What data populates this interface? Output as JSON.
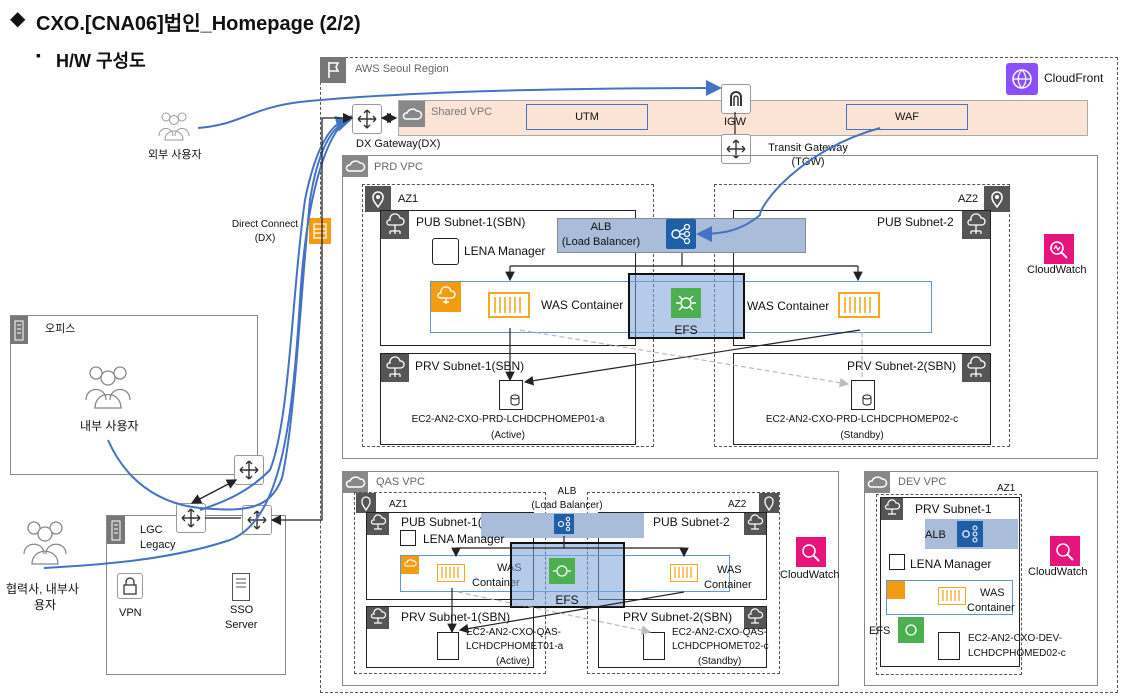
{
  "header": {
    "title_diamond": "◆",
    "title": "CXO.[CNA06]법인_Homepage (2/2)",
    "bullet": "▪",
    "subtitle": "H/W 구성도"
  },
  "left": {
    "external_user": "외부 사용자",
    "direct_connect": "Direct Connect",
    "direct_connect_sub": "(DX)",
    "office": "오피스",
    "internal_user": "내부 사용자",
    "partner_user_line1": "협력사, 내부사",
    "partner_user_line2": "용자",
    "lgc_line1": "LGC",
    "lgc_line2": "Legacy",
    "vpn": "VPN",
    "sso_line1": "SSO",
    "sso_line2": "Server"
  },
  "aws": {
    "region": "AWS Seoul Region",
    "cloudfront": "CloudFront",
    "shared_vpc": "Shared VPC",
    "utm": "UTM",
    "waf": "WAF",
    "igw": "IGW",
    "dx_gateway": "DX Gateway(DX)",
    "tgw_line1": "Transit Gateway",
    "tgw_line2": "(TGW)"
  },
  "prd": {
    "vpc": "PRD VPC",
    "az1": "AZ1",
    "az2": "AZ2",
    "pub1": "PUB Subnet-1(SBN)",
    "pub2": "PUB Subnet-2",
    "alb_line1": "ALB",
    "alb_line2": "(Load Balancer)",
    "lena": "LENA Manager",
    "was1": "WAS Container",
    "was2": "WAS Container",
    "efs": "EFS",
    "prv1": "PRV Subnet-1(SBN)",
    "prv2": "PRV Subnet-2(SBN)",
    "ec2_1": "EC2-AN2-CXO-PRD-LCHDCPHOMEP01-a",
    "ec2_1_state": "(Active)",
    "ec2_2": "EC2-AN2-CXO-PRD-LCHDCPHOMEP02-c",
    "ec2_2_state": "(Standby)",
    "cloudwatch": "CloudWatch"
  },
  "qas": {
    "vpc": "QAS VPC",
    "az1": "AZ1",
    "az2": "AZ2",
    "alb_line1": "ALB",
    "alb_line2": "(Load Balancer)",
    "pub1": "PUB Subnet-1(SBN)",
    "pub2": "PUB Subnet-2",
    "lena": "LENA Manager",
    "was1_line1": "WAS",
    "was1_line2": "Container",
    "was2_line1": "WAS",
    "was2_line2": "Container",
    "efs": "EFS",
    "prv1": "PRV Subnet-1(SBN)",
    "prv2": "PRV Subnet-2(SBN)",
    "ec2_1_line1": "EC2-AN2-CXO-QAS-",
    "ec2_1_line2": "LCHDCPHOMET01-a",
    "ec2_1_state": "(Active)",
    "ec2_2_line1": "EC2-AN2-CXO-QAS-",
    "ec2_2_line2": "LCHDCPHOMET02-c",
    "ec2_2_state": "(Standby)",
    "cloudwatch": "CloudWatch"
  },
  "dev": {
    "vpc": "DEV VPC",
    "az1": "AZ1",
    "prv1": "PRV Subnet-1",
    "alb": "ALB",
    "lena": "LENA Manager",
    "was_line1": "WAS",
    "was_line2": "Container",
    "efs": "EFS",
    "ec2_line1": "EC2-AN2-CXO-DEV-",
    "ec2_line2": "LCHDCPHOMED02-c",
    "cloudwatch": "CloudWatch"
  },
  "colors": {
    "blue_line": "#4472c4",
    "shared_vpc_fill": "#fbe3d6",
    "alb_fill": "#a9bcd9",
    "efs_fill": "#b7cbe8",
    "efs_icon": "#4caf50",
    "aws_orange": "#f39c12",
    "container_orange": "#f5a623",
    "cloudwatch_pink": "#e7157b",
    "cloudfront_purple": "#8c4fff"
  }
}
